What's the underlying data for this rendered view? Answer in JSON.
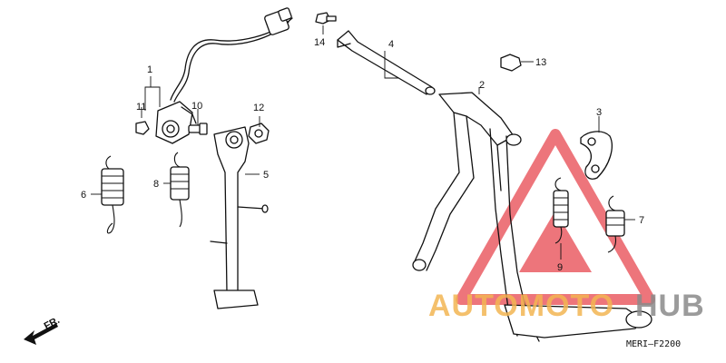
{
  "callouts": {
    "p1": "1",
    "p2": "2",
    "p3": "3",
    "p4": "4",
    "p5": "5",
    "p6": "6",
    "p7": "7",
    "p8": "8",
    "p9": "9",
    "p10": "10",
    "p11": "11",
    "p12": "12",
    "p13": "13",
    "p14": "14"
  },
  "direction_label": "FR.",
  "diagram_code": "MERI–F2200",
  "watermark": {
    "part1": "AUTOMOTO",
    "part2": "HUB",
    "color_part1": "#f2b552",
    "color_part2": "#8a8a8a",
    "triangle_color": "#e8474f"
  }
}
